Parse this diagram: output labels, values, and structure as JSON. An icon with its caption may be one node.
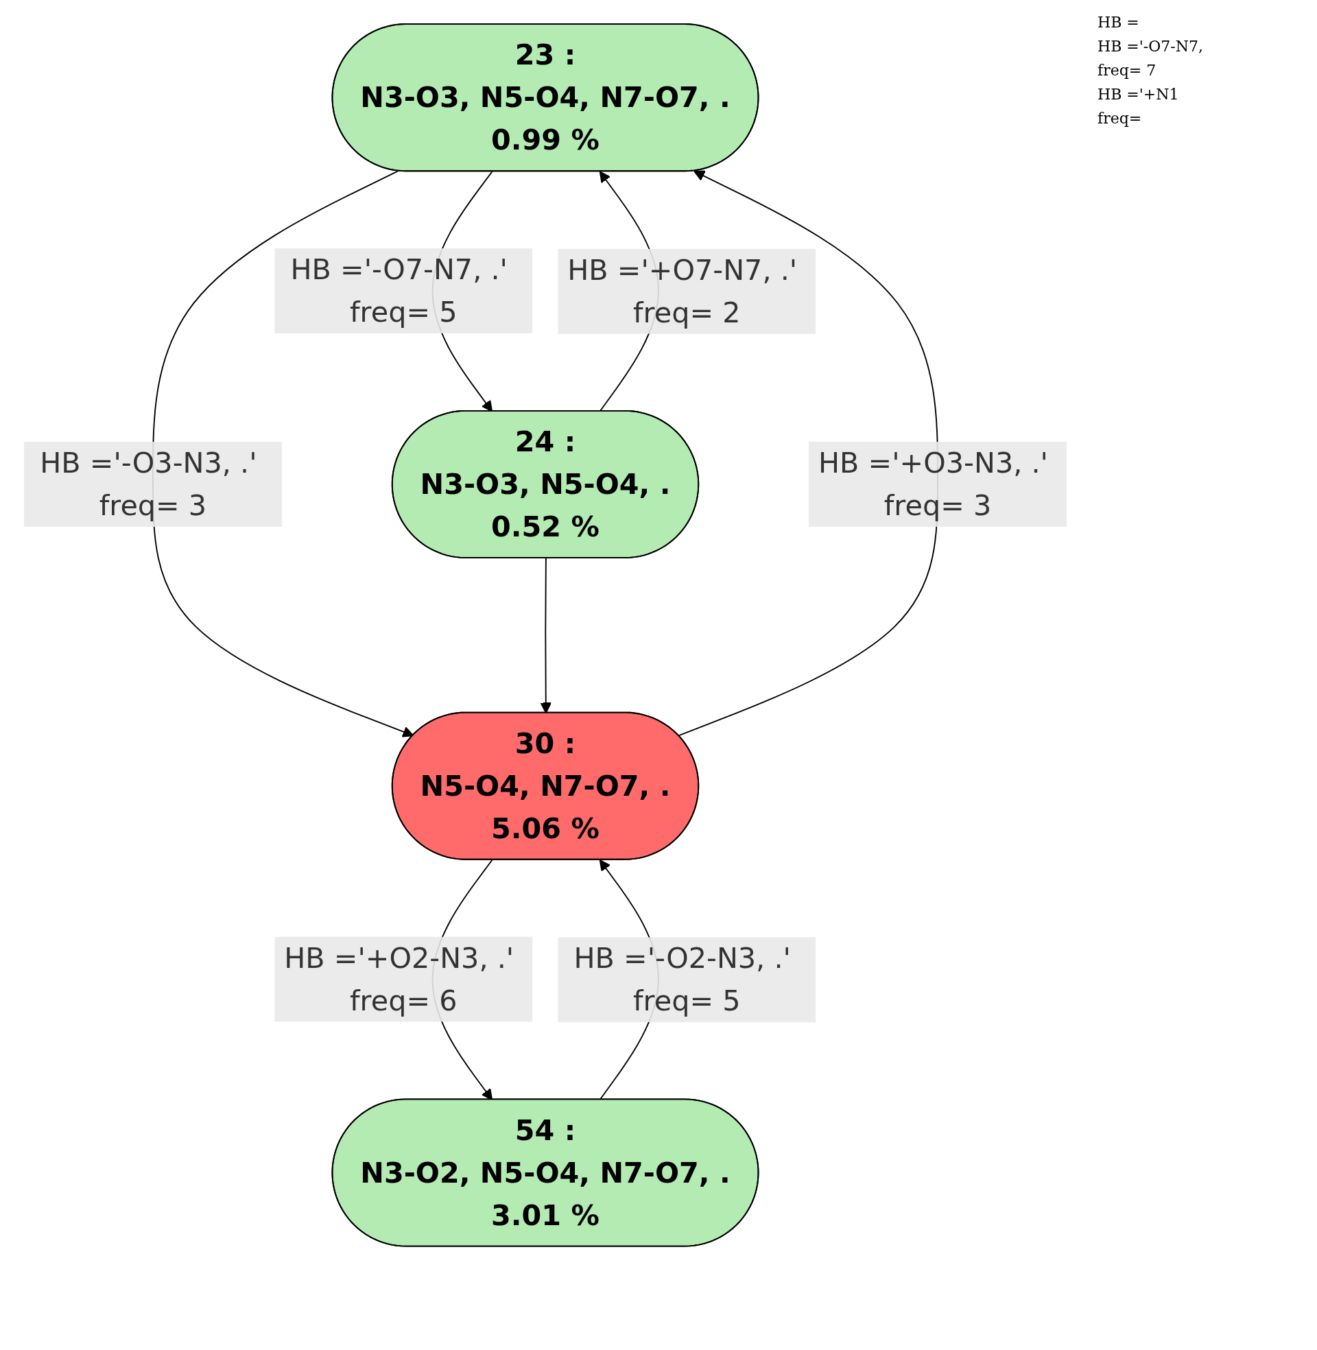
{
  "diagram": {
    "nodes": [
      {
        "text": [
          "23 :",
          "N3-O3, N5-O4, N7-O7, .",
          "0.99 %"
        ]
      },
      {
        "text": [
          "30 :",
          "N5-O4, N7-O7, .",
          "5.06 %"
        ]
      },
      {
        "text": [
          "24 :",
          "N3-O3, N5-O4, .",
          "0.52 %"
        ]
      },
      {
        "text": [
          "54 :",
          "N3-O2, N5-O4, N7-O7, .",
          "3.01 %"
        ]
      }
    ],
    "edges": [
      {
        "from": 0,
        "to": 1,
        "arrow": "to",
        "label": "HB ='-O3-N3, .' freq= 3"
      },
      {
        "from": 1,
        "to": 0,
        "arrow": "to",
        "label": "HB ='+O3-N3, .' freq= 3"
      },
      {
        "from": 2,
        "to": 0,
        "arrow": "to",
        "label": "HB ='+O7-N7, .' freq= 2"
      },
      {
        "from": 0,
        "to": 2,
        "arrow": "to",
        "label": "HB ='-O7-N7, .' freq= 5"
      },
      {
        "from": 2,
        "to": 1,
        "arrow": "to"
      },
      {
        "from": 1,
        "to": 3,
        "arrow": "to",
        "label": "HB ='+O2-N3, .' freq= 6"
      },
      {
        "from": 3,
        "to": 1,
        "arrow": "to",
        "label": "HB ='-O2-N3, .' freq= 5"
      }
    ],
    "labels": [
      "HB =",
      "HB ='-O7-N7,",
      "freq= 7",
      "HB ='+N1",
      "freq="
    ]
  }
}
